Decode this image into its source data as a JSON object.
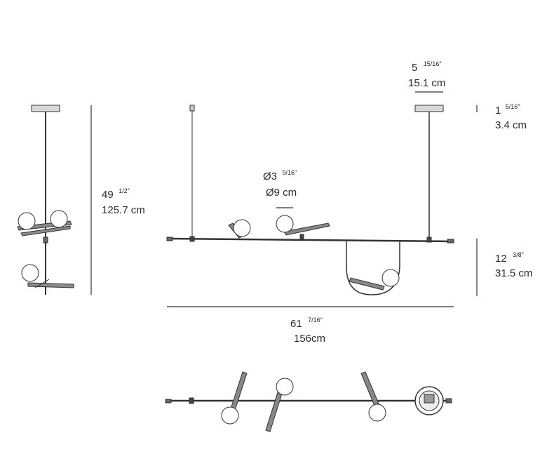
{
  "dimensions": {
    "canopy_width": {
      "imperial": "5",
      "imperial_frac": "15/16″",
      "metric": "15.1 cm"
    },
    "canopy_height": {
      "imperial": "1",
      "imperial_frac": "5/16″",
      "metric": "3.4 cm"
    },
    "globe_diameter": {
      "imperial": "Ø3",
      "imperial_frac": "9/16″",
      "metric": "Ø9 cm"
    },
    "total_height": {
      "imperial": "49",
      "imperial_frac": "1/2″",
      "metric": "125.7 cm"
    },
    "drop_height": {
      "imperial": "12",
      "imperial_frac": "3/8″",
      "metric": "31.5 cm"
    },
    "total_length": {
      "imperial": "61",
      "imperial_frac": "7/16″",
      "metric": "156cm"
    }
  },
  "colors": {
    "line": "#333333",
    "globe": "#ffffff",
    "fixture": "#555555",
    "text": "#2b2b2b"
  }
}
